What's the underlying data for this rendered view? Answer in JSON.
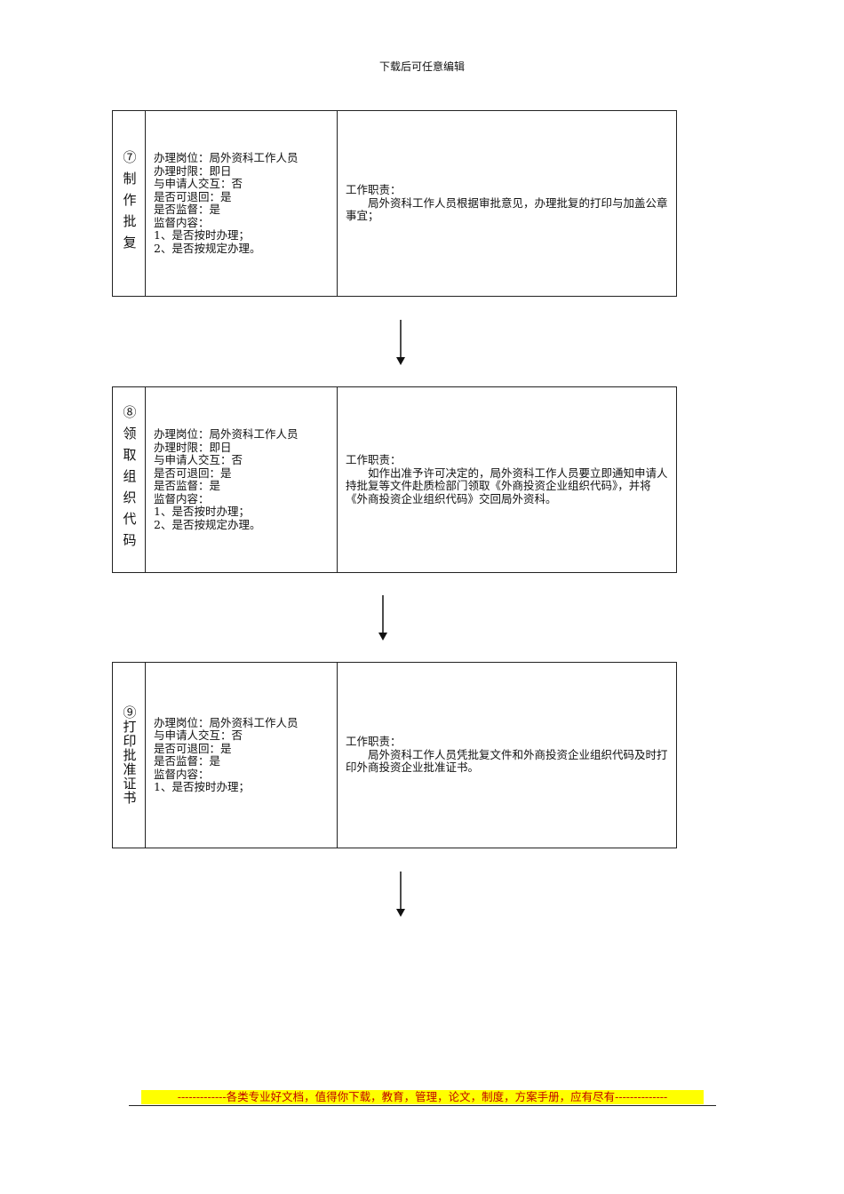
{
  "header": {
    "text": "下载后可任意编辑"
  },
  "steps": [
    {
      "title": "⑦制作批复",
      "info": [
        "办理岗位：局外资科工作人员",
        "办理时限：即日",
        "与申请人交互：否",
        "是否可退回：是",
        "是否监督：是",
        "监督内容：",
        "1、是否按时办理；",
        "2、是否按规定办理。"
      ],
      "duty_label": "工作职责：",
      "duty_text": "局外资科工作人员根据审批意见，办理批复的打印与加盖公章事宜；"
    },
    {
      "title": "⑧领取组织代码",
      "info": [
        "办理岗位：局外资科工作人员",
        "办理时限：即日",
        "与申请人交互：否",
        "是否可退回：是",
        "是否监督：是",
        "监督内容：",
        "1、是否按时办理；",
        "2、是否按规定办理。"
      ],
      "duty_label": "工作职责：",
      "duty_text": "如作出准予许可决定的，局外资科工作人员要立即通知申请人持批复等文件赴质检部门领取《外商投资企业组织代码》，并将《外商投资企业组织代码》交回局外资科。"
    },
    {
      "title": "⑨打印批准证书",
      "info": [
        "办理岗位：局外资科工作人员",
        "与申请人交互：否",
        "是否可退回：是",
        "是否监督：是",
        "监督内容：",
        "1、是否按时办理；"
      ],
      "duty_label": "工作职责：",
      "duty_text": "局外资科工作人员凭批复文件和外商投资企业组织代码及时打印外商投资企业批准证书。"
    }
  ],
  "footer": {
    "banner": "-------------各类专业好文档，值得你下载，教育，管理，论文，制度，方案手册，应有尽有--------------",
    "banner_bg": "#ffff00",
    "banner_color": "#c00000"
  }
}
